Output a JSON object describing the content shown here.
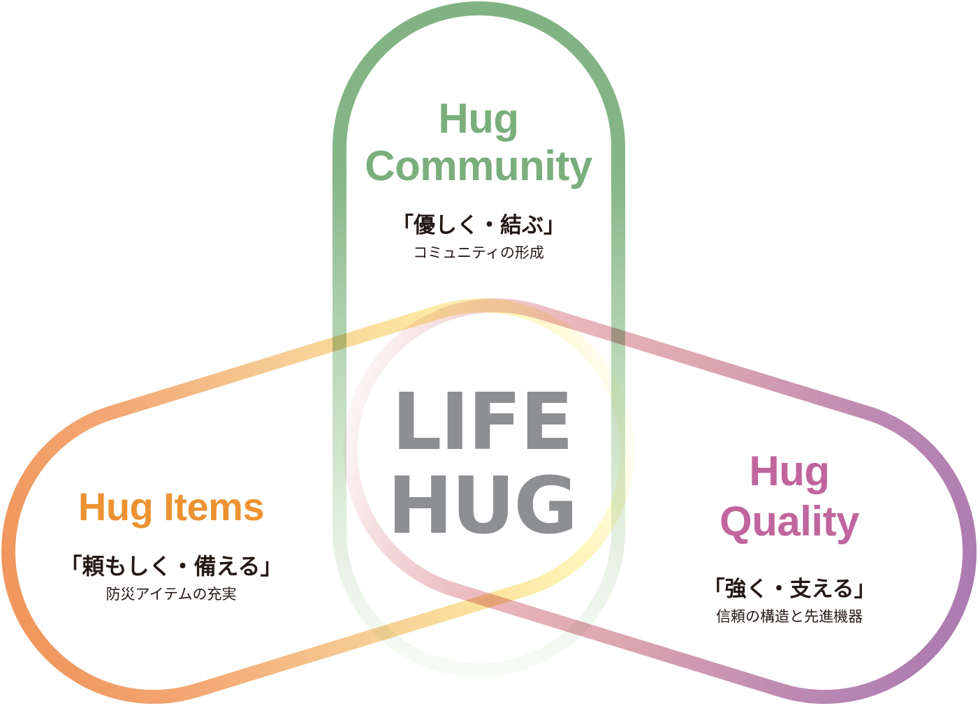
{
  "colors": {
    "community": "#7aae7c",
    "items": "#ec9230",
    "quality": "#c0659d",
    "center_text": "#8e8f93",
    "body_text": "#231815",
    "items_ring_outer": "#ef9155",
    "items_ring_inner": "#fff3a0",
    "quality_ring_outer": "#a874ad",
    "quality_ring_inner": "#f2c6cc",
    "community_ring_outer": "#7aae7c",
    "community_ring_inner": "#e8f3e6"
  },
  "center": {
    "line1": "LIFE",
    "line2": "HUG"
  },
  "circles": {
    "community": {
      "title_line1": "Hug",
      "title_line2": "Community",
      "tagline": "「優しく・結ぶ」",
      "description": "コミュニティの形成"
    },
    "items": {
      "title": "Hug Items",
      "tagline": "「頼もしく・備える」",
      "description": "防災アイテムの充実"
    },
    "quality": {
      "title_line1": "Hug",
      "title_line2": "Quality",
      "tagline": "「強く・支える」",
      "description": "信頼の構造と先進機器"
    }
  }
}
